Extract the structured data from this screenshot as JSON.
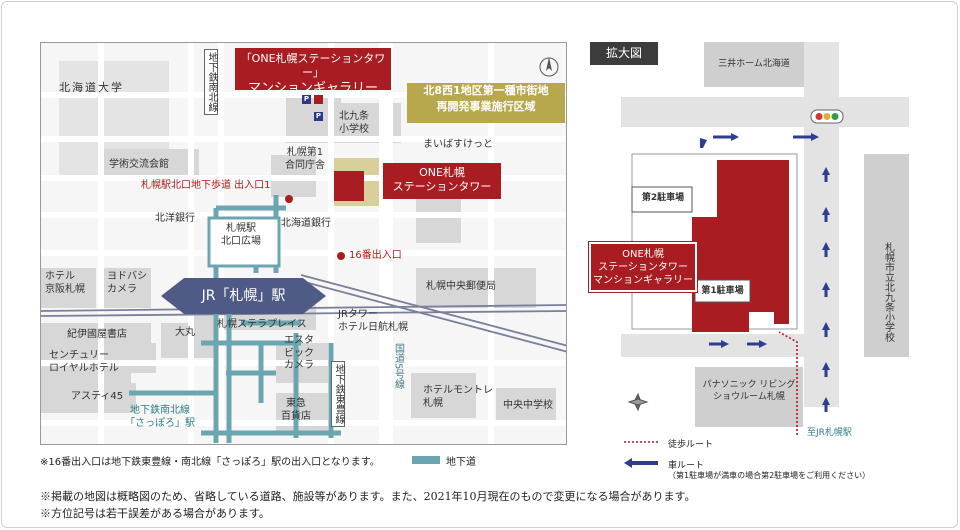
{
  "left_map": {
    "labels": {
      "hokkaido_univ": "北海道大学",
      "gallery_title_1": "「ONE札幌ステーションタワー」",
      "gallery_title_2": "マンションギャラリー",
      "redev_1": "北8西1地区第一種市街地",
      "redev_2": "再開発事業施行区域",
      "kita9jo_school_1": "北九条",
      "kita9jo_school_2": "小学校",
      "maibayasu": "まいばすけっと",
      "gakushu": "学術交流会館",
      "godochousha_1": "札幌第1",
      "godochousha_2": "合同庁舎",
      "exit_north": "札幌駅北口地下歩道 出入口1",
      "one_sapporo_1": "ONE札幌",
      "one_sapporo_2": "ステーションタワー",
      "hokuyo_bank": "北洋銀行",
      "hokkaido_bank": "北海道銀行",
      "kitaguchi_1": "札幌駅",
      "kitaguchi_2": "北口広場",
      "exit16": "16番出入口",
      "hotel_keio_1": "ホテル",
      "hotel_keio_2": "京阪札幌",
      "yodobashi_1": "ヨドバシ",
      "yodobashi_2": "カメラ",
      "jr_station": "JR「札幌」駅",
      "central_post": "札幌中央郵便局",
      "kinokuniya": "紀伊國屋書店",
      "daimaru": "大丸",
      "stellar": "札幌ステラプレイス",
      "jr_tower_1": "JRタワー",
      "jr_tower_2": "ホテル日航札幌",
      "century_1": "センチュリー",
      "century_2": "ロイヤルホテル",
      "esta_1": "エスタ",
      "esta_2": "ビック",
      "esta_3": "カメラ",
      "route5": "国道5号線",
      "montrey_1": "ホテルモントレ",
      "montrey_2": "札幌",
      "aspire": "アスティ45",
      "tokyu_1": "東急",
      "tokyu_2": "百貨店",
      "chuo_jhs": "中央中学校",
      "namboku_1": "地下鉄南北線",
      "namboku_2": "「さっぽろ」駅",
      "subway_namboku_v": "地下鉄南北線",
      "subway_toho_v": "地下鉄東豊線"
    }
  },
  "right_map": {
    "title": "拡大図",
    "mitsui": "三井ホーム北海道",
    "parking2": "第2駐車場",
    "parking1": "第1駐車場",
    "gallery_1": "ONE札幌",
    "gallery_2": "ステーションタワー",
    "gallery_3": "マンションギャラリー",
    "school": "札幌市立北九条小学校",
    "panasonic_1": "パナソニック リビング",
    "panasonic_2": "ショウルーム札幌",
    "to_jr": "至JR札幌駅",
    "legend_walk": "徒歩ルート",
    "legend_car": "車ルート",
    "legend_car_note": "（第1駐車場が満車の場合第2駐車場をご利用ください）"
  },
  "notes": {
    "exit16_note": "※16番出入口は地下鉄東豊線・南北線「さっぽろ」駅の出入口となります。",
    "underground": "地下道",
    "foot1": "※掲載の地図は概略図のため、省略している道路、施設等があります。また、2021年10月現在のもので変更になる場合があります。",
    "foot2": "※方位記号は若干誤差がある場合があります。"
  },
  "colors": {
    "brand_red": "#a91d22",
    "olive": "#b7a84e",
    "jr_blue": "#4f5b86",
    "underground": "#6aa5b0",
    "car_route": "#2e3d8f"
  }
}
